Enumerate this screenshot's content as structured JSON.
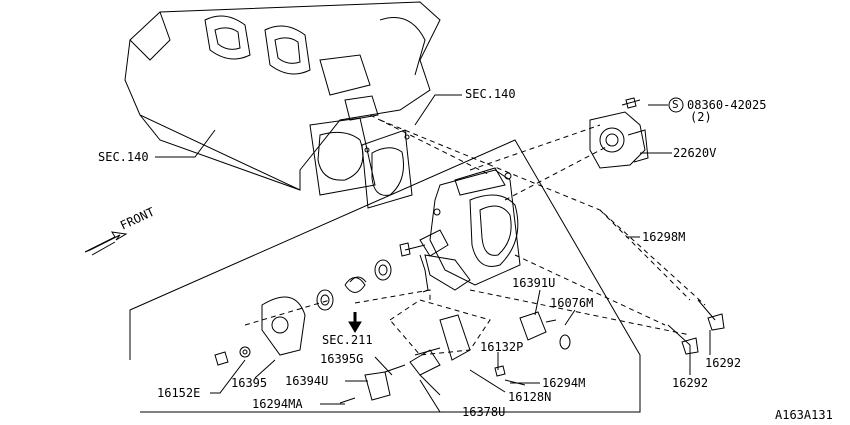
{
  "labels": {
    "sec140_top": "SEC.140",
    "sec140_left": "SEC.140",
    "sec211": "SEC.211",
    "front": "FRONT",
    "bolt_code": "08360-42025",
    "bolt_qty": "(2)",
    "bolt_circle": "S",
    "sensor": "22620V",
    "body": "16298M",
    "p16391U": "16391U",
    "p16076M": "16076M",
    "p16292a": "16292",
    "p16292b": "16292",
    "p16132P": "16132P",
    "p16294M": "16294M",
    "p16128N": "16128N",
    "p16395G": "16395G",
    "p16394U": "16394U",
    "p16152E": "16152E",
    "p16395": "16395",
    "p16294MA": "16294MA",
    "p16378U": "16378U",
    "drawing_id": "A163A131"
  }
}
